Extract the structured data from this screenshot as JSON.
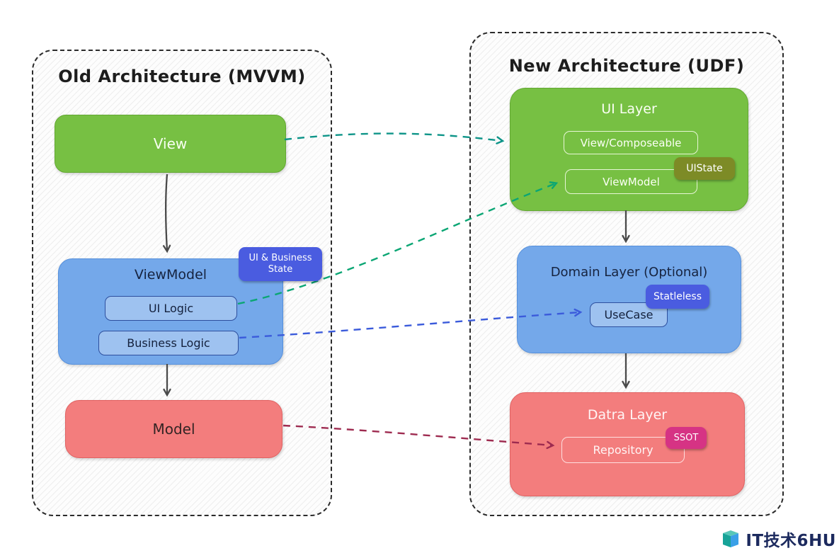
{
  "diagram": {
    "old": {
      "title": "Old Architecture (MVVM)",
      "view": {
        "label": "View"
      },
      "viewmodel": {
        "title": "ViewModel",
        "badge": "UI & Business State",
        "items": [
          {
            "label": "UI Logic"
          },
          {
            "label": "Business Logic"
          }
        ]
      },
      "model": {
        "label": "Model"
      }
    },
    "new": {
      "title": "New Architecture (UDF)",
      "ui_layer": {
        "title": "UI Layer",
        "badge": "UIState",
        "items": [
          {
            "label": "View/Composeable"
          },
          {
            "label": "ViewModel"
          }
        ]
      },
      "domain_layer": {
        "title": "Domain Layer (Optional)",
        "badge": "Statleless",
        "items": [
          {
            "label": "UseCase"
          }
        ]
      },
      "data_layer": {
        "title": "Datra Layer",
        "badge": "SSOT",
        "items": [
          {
            "label": "Repository"
          }
        ]
      }
    }
  },
  "arrows": {
    "solid": [
      {
        "name": "view-to-viewmodel"
      },
      {
        "name": "viewmodel-to-model"
      },
      {
        "name": "ui-layer-to-domain-layer"
      },
      {
        "name": "domain-layer-to-data-layer"
      }
    ],
    "dashed": [
      {
        "name": "view-to-ui-layer",
        "color": "#0d9488"
      },
      {
        "name": "ui-logic-to-viewmodel",
        "color": "#0ba674"
      },
      {
        "name": "business-logic-to-usecase",
        "color": "#3b5bdb"
      },
      {
        "name": "model-to-repository",
        "color": "#9e2b50"
      }
    ]
  },
  "colors": {
    "green_box": "#77c043",
    "blue_box": "#74a8ea",
    "red_box": "#f37d7d",
    "badge_blue": "#4a5ce0",
    "badge_olive": "#7d8b26",
    "badge_pink": "#d63384",
    "arrow_solid": "#4a4a4a",
    "arrow_teal": "#0d9488",
    "arrow_green": "#0ba674",
    "arrow_indigo": "#3b5bdb",
    "arrow_maroon": "#9e2b50"
  },
  "watermark": {
    "text": "IT技术6HU"
  }
}
